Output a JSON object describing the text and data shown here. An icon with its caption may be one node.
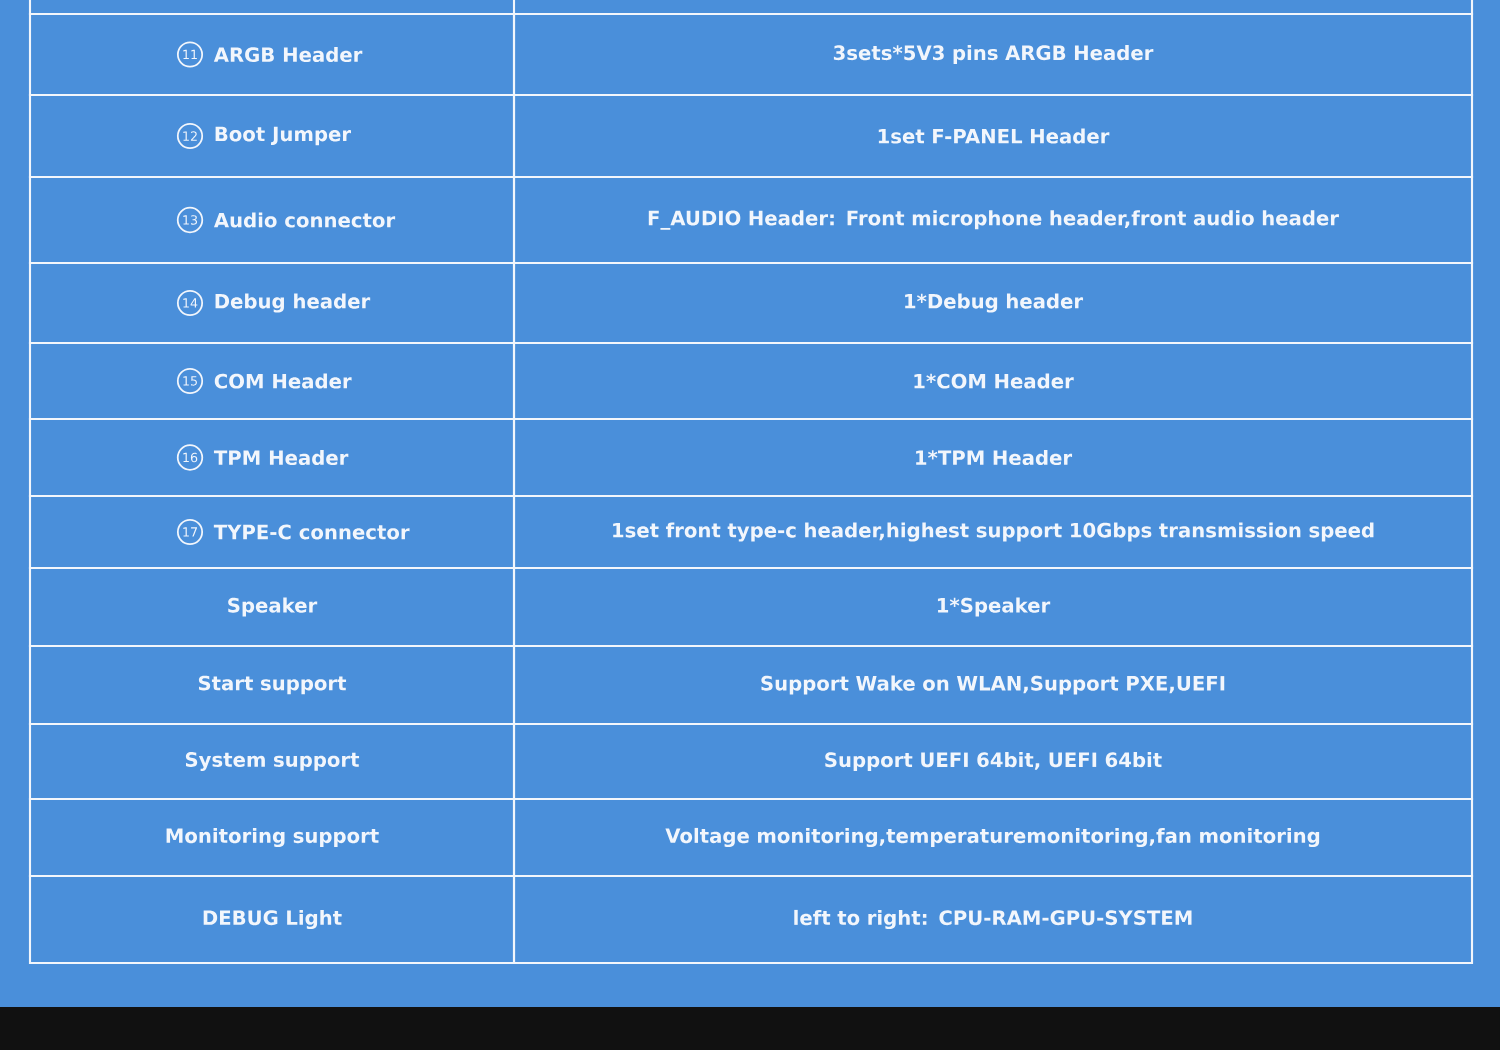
{
  "diagram": {
    "labels": [
      "11",
      "ARGB Header",
      "3sets*5V3 pins ARGB Header",
      "12",
      "Boot Jumper",
      "1set F-PANEL Header",
      "13",
      "Audio connector",
      "F_AUDIO Header: Front microphone header,front audio header",
      "14",
      "Debug header",
      "1*Debug header",
      "15",
      "COM Header",
      "1*COM Header",
      "16",
      "TPM Header",
      "1*TPM Header",
      "17",
      "TYPE-C connector",
      "1set front type-c header,highest support 10Gbps transmission speed",
      "Speaker",
      "1*Speaker",
      "Start support",
      "Support Wake on WLAN,Support PXE,UEFI",
      "System support",
      "Support UEFI 64bit, UEFI 64bit",
      "Monitoring support",
      "Voltage monitoring,temperaturemonitoring,fan monitoring",
      "DEBUG Light",
      "left to right: CPU-RAM-GPU-SYSTEM"
    ]
  }
}
